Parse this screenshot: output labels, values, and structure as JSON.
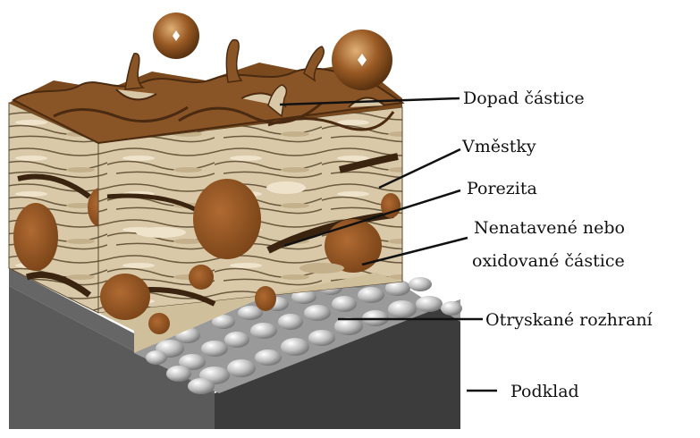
{
  "labels": {
    "particle_impact": "Dopad částice",
    "inclusions": "Vměstky",
    "porosity": "Porezita",
    "unmelted_line1": "Nenatavené nebo",
    "unmelted_line2": "oxidované částice",
    "grit_blasted_interface": "Otryskané rozhraní",
    "substrate": "Podklad"
  },
  "colors": {
    "splat_light": "#d8c8a8",
    "splat_outline": "#6b5a3e",
    "coating_brown": "#7a4a1e",
    "dark_inclusion": "#3a2410",
    "pore_brown": "#9b5a28",
    "grit_grey": "#c8c8c8",
    "substrate_dark": "#4a4a4a"
  }
}
